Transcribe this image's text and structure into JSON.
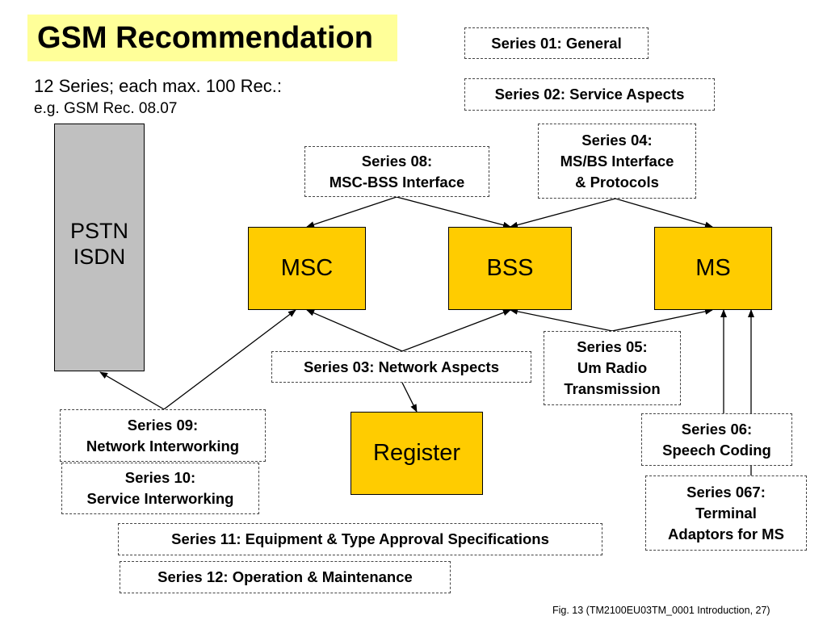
{
  "title": "GSM Recommendation",
  "subtitle_line1": "12 Series; each max. 100 Rec.:",
  "subtitle_line2": "e.g. GSM Rec. 08.07",
  "pstn": {
    "line1": "PSTN",
    "line2": "ISDN"
  },
  "nodes": {
    "msc": "MSC",
    "bss": "BSS",
    "ms": "MS",
    "register": "Register"
  },
  "series": {
    "s01": {
      "line1": "Series 01: General"
    },
    "s02": {
      "line1": "Series 02: Service Aspects"
    },
    "s03": {
      "line1": "Series 03: Network Aspects"
    },
    "s04": {
      "line1": "Series 04:",
      "line2": "MS/BS Interface",
      "line3": "& Protocols"
    },
    "s05": {
      "line1": "Series 05:",
      "line2": "Um Radio",
      "line3": "Transmission"
    },
    "s06": {
      "line1": "Series 06:",
      "line2": "Speech Coding"
    },
    "s067": {
      "line1": "Series 067:",
      "line2": "Terminal",
      "line3": "Adaptors for MS"
    },
    "s08": {
      "line1": "Series 08:",
      "line2": "MSC-BSS Interface"
    },
    "s09": {
      "line1": "Series 09:",
      "line2": "Network Interworking"
    },
    "s10": {
      "line1": "Series 10:",
      "line2": "Service Interworking"
    },
    "s11": {
      "line1": "Series 11: Equipment & Type Approval Specifications"
    },
    "s12": {
      "line1": "Series 12: Operation & Maintenance"
    }
  },
  "caption": "Fig. 13 (TM2100EU03TM_0001 Introduction, 27)"
}
